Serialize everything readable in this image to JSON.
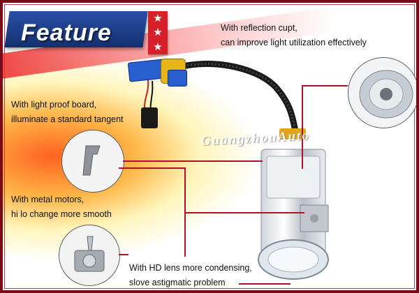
{
  "header": {
    "title": "Feature",
    "stars": [
      "★",
      "★",
      "★"
    ]
  },
  "features": {
    "reflection": {
      "line1": "With reflection cupt,",
      "line2": "can improve light utilization effectively"
    },
    "light_proof": {
      "line1": "With light proof board,",
      "line2": "illuminate a standard tangent"
    },
    "metal_motors": {
      "line1": "With metal motors,",
      "line2": "hi lo change more smooth"
    },
    "hd_lens": {
      "line1": "With HD lens more condensing,",
      "line2": "slove astigmatic problem"
    }
  },
  "watermark": "GuangzhouAuto",
  "colors": {
    "accent_red": "#b0102a",
    "banner_blue": "#1d3f8f",
    "star_red": "#d6202a"
  }
}
